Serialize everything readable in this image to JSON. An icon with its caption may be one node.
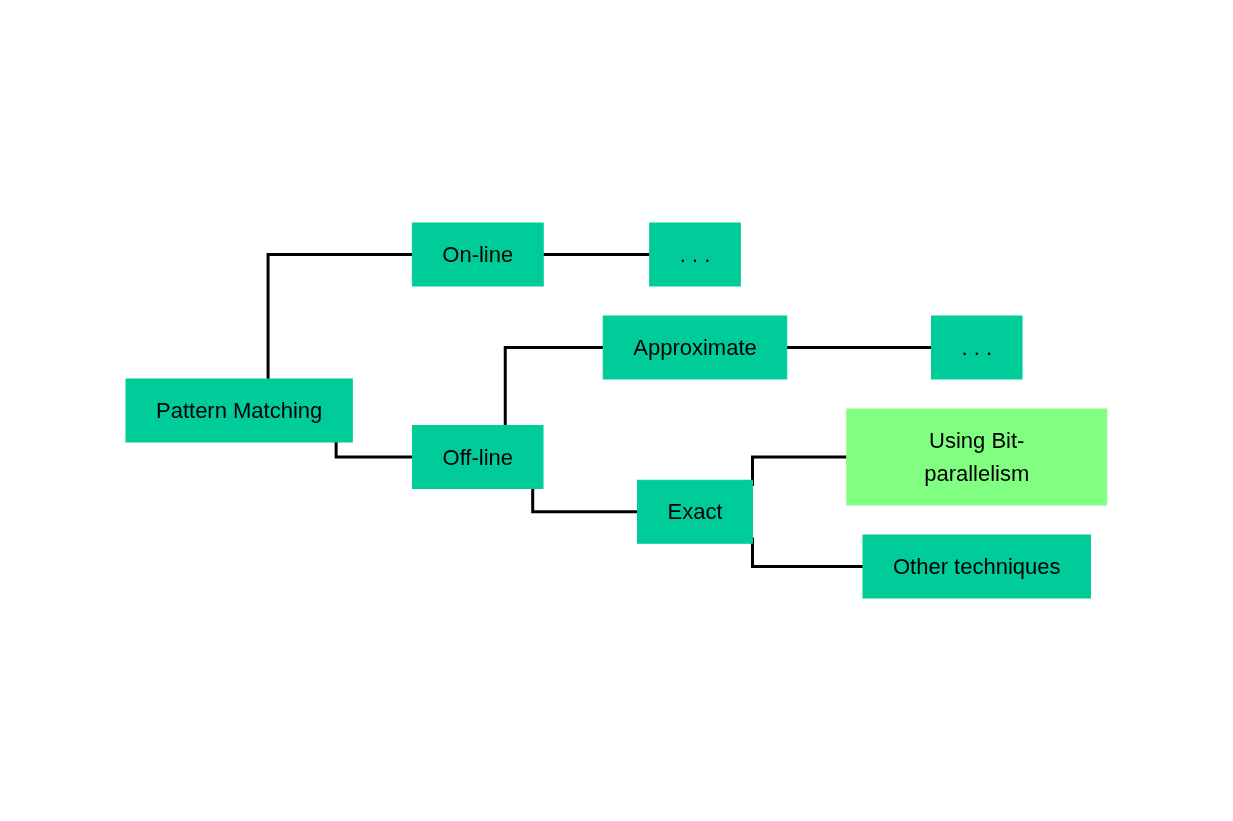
{
  "diagram": {
    "nodes": [
      {
        "text": [
          "Pattern Matching"
        ]
      },
      {
        "text": [
          "On-line"
        ]
      },
      {
        "text": [
          ". . ."
        ]
      },
      {
        "text": [
          "Off-line"
        ]
      },
      {
        "text": [
          "Approximate"
        ]
      },
      {
        "text": [
          ". . ."
        ]
      },
      {
        "text": [
          "Exact"
        ]
      },
      {
        "text": [
          "Using Bit-parallelism"
        ]
      },
      {
        "text": [
          "Other techniques"
        ]
      }
    ],
    "edges": [
      {
        "from": 0,
        "to": 1,
        "arrow": "none"
      },
      {
        "from": 1,
        "to": 2,
        "arrow": "none"
      },
      {
        "from": 0,
        "to": 3,
        "arrow": "none"
      },
      {
        "from": 3,
        "to": 4,
        "arrow": "none"
      },
      {
        "from": 4,
        "to": 5,
        "arrow": "none"
      },
      {
        "from": 3,
        "to": 6,
        "arrow": "none"
      },
      {
        "from": 6,
        "to": 7,
        "arrow": "none"
      },
      {
        "from": 6,
        "to": 8,
        "arrow": "none"
      }
    ]
  }
}
